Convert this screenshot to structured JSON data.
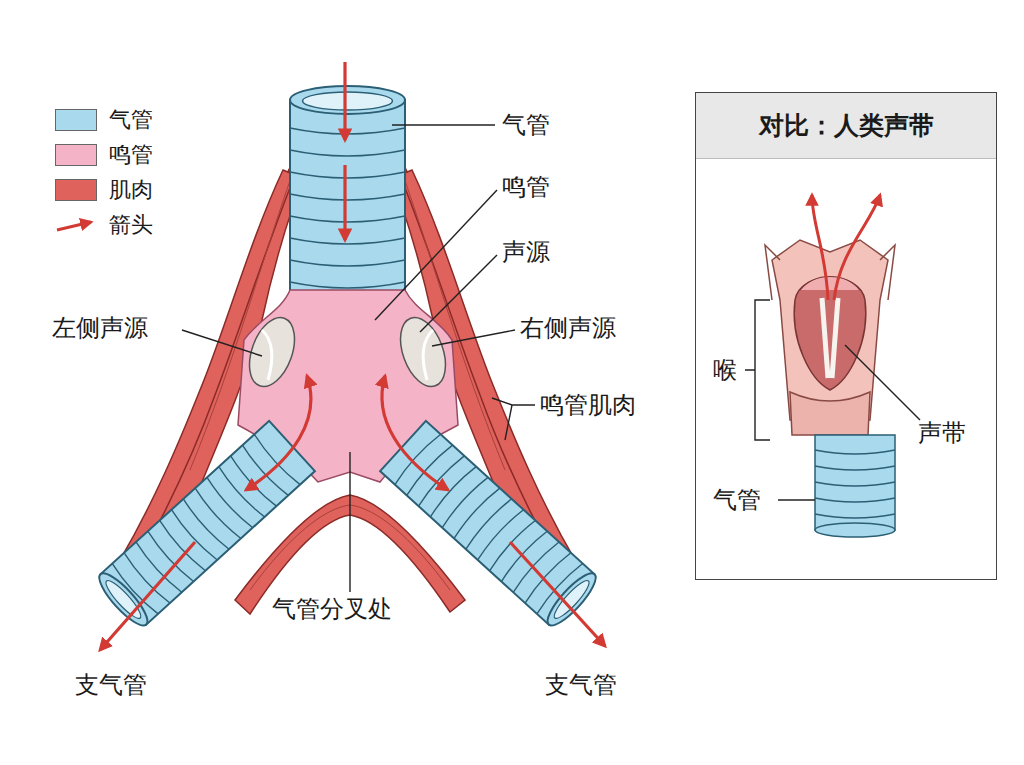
{
  "diagram": {
    "nodes": [
      {
        "text": [
          "对比：人类声带"
        ]
      }
    ],
    "labels": [
      "气管",
      "鸣管",
      "声源",
      "左侧声源",
      "右侧声源",
      "鸣管肌肉",
      "气管分叉处",
      "支气管",
      "支气管",
      "喉",
      "声带",
      "气管"
    ],
    "legend": [
      {
        "text": "气管",
        "color": "#a9d9ec"
      },
      {
        "text": "鸣管",
        "color": "#f5b3c7"
      },
      {
        "text": "肌肉",
        "color": "#e0625c"
      },
      {
        "text": "箭头"
      }
    ]
  }
}
